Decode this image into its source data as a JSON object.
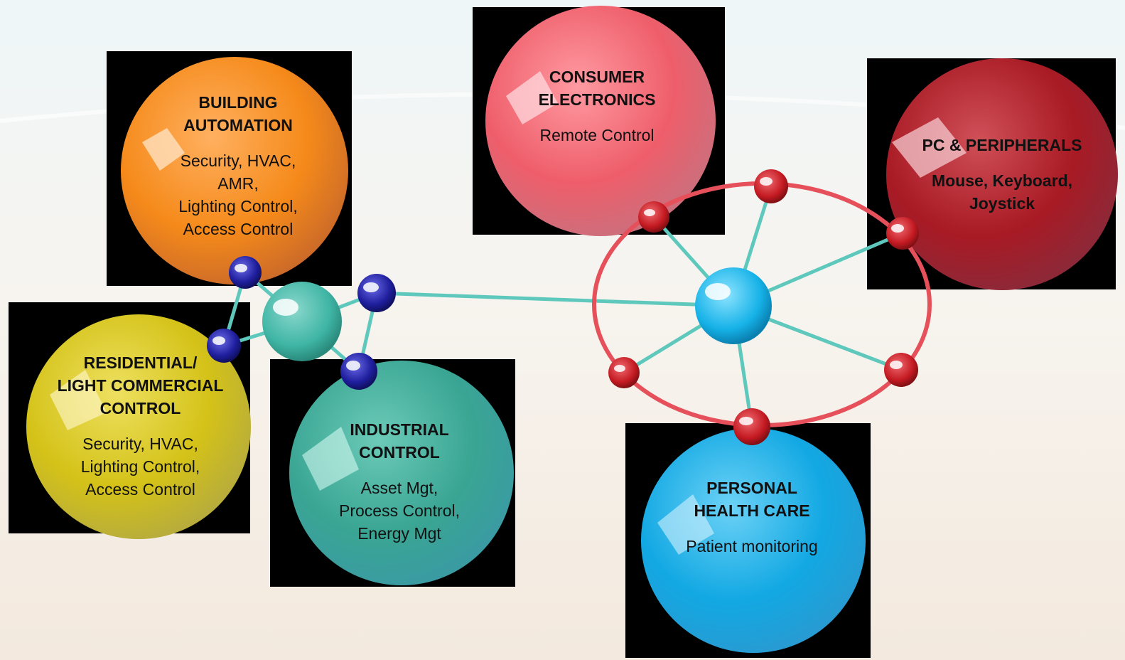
{
  "colors": {
    "building": "#f58a1a",
    "consumer": "#ee5e6a",
    "pc": "#a81a24",
    "residential": "#d4c218",
    "industrial": "#3aa593",
    "health": "#12a8e3",
    "ring": "#e6505a",
    "links": "#5ec8bc",
    "blue_node": "#1e1e9c",
    "red_node": "#c41a22",
    "hub": "#16b2e8",
    "mesh_hub": "#3fb5a5"
  },
  "spheres": {
    "building": {
      "title": "BUILDING\nAUTOMATION",
      "desc": "Security, HVAC,\nAMR,\nLighting Control,\nAccess Control"
    },
    "consumer": {
      "title": "CONSUMER\nELECTRONICS",
      "desc": "Remote Control"
    },
    "pc": {
      "title": "PC & PERIPHERALS",
      "desc": "Mouse, Keyboard,\nJoystick"
    },
    "residential": {
      "title": "RESIDENTIAL/\nLIGHT COMMERCIAL\nCONTROL",
      "desc": "Security, HVAC,\nLighting Control,\nAccess Control"
    },
    "industrial": {
      "title": "INDUSTRIAL\nCONTROL",
      "desc": "Asset Mgt,\nProcess Control,\nEnergy Mgt"
    },
    "health": {
      "title": "PERSONAL\nHEALTH CARE",
      "desc": "Patient monitoring"
    }
  }
}
